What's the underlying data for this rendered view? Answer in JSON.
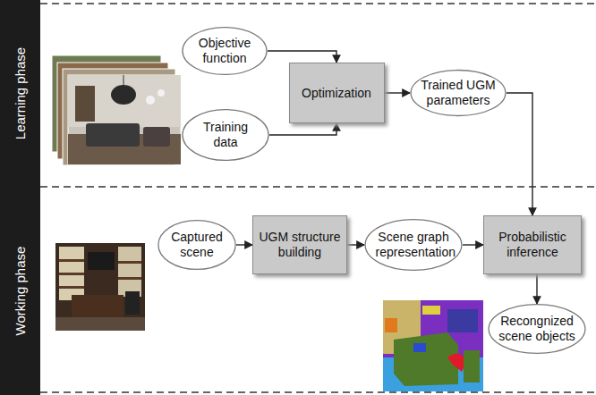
{
  "diagram": {
    "nodes": [
      {
        "text": [
          "Learning phase"
        ]
      },
      {
        "text": [
          "Objective function"
        ]
      },
      {
        "text": [
          "Optimization"
        ]
      },
      {
        "text": [
          "Training data"
        ]
      },
      {
        "text": [
          "Trained UGM parameters"
        ]
      },
      {
        "text": [
          "Working phase"
        ]
      },
      {
        "text": [
          "Captured scene"
        ]
      },
      {
        "text": [
          "UGM structure building"
        ]
      },
      {
        "text": [
          "Scene graph representation"
        ]
      },
      {
        "text": [
          "Probabilistic inference"
        ]
      },
      {
        "text": [
          "Recongnized scene objects"
        ]
      }
    ],
    "edges": [
      {
        "from": 1,
        "to": 2,
        "arrow": "to"
      },
      {
        "from": 3,
        "to": 2,
        "arrow": "to"
      },
      {
        "from": 2,
        "to": 4,
        "arrow": "to"
      },
      {
        "from": 4,
        "to": 9,
        "arrow": "to"
      },
      {
        "from": 6,
        "to": 7,
        "arrow": "to"
      },
      {
        "from": 7,
        "to": 8,
        "arrow": "to"
      },
      {
        "from": 8,
        "to": 9,
        "arrow": "to"
      },
      {
        "from": 9,
        "to": 10,
        "arrow": "to"
      }
    ]
  }
}
